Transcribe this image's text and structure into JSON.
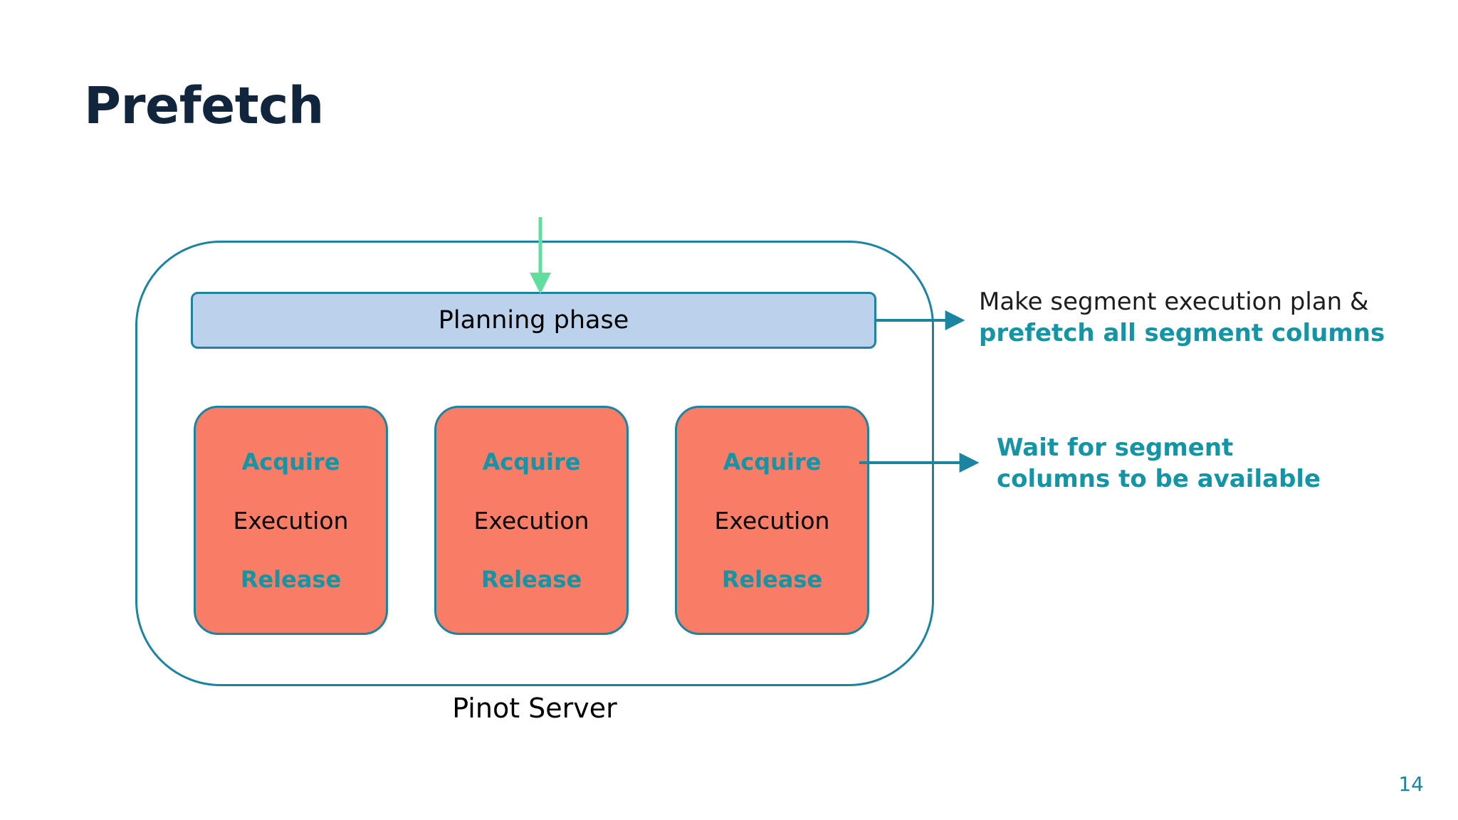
{
  "slide": {
    "title": "Prefetch",
    "page_number": "14"
  },
  "diagram": {
    "container_label": "Pinot Server",
    "planning_box": {
      "label": "Planning phase"
    },
    "segment_boxes": [
      {
        "acquire": "Acquire",
        "execution": "Execution",
        "release": "Release"
      },
      {
        "acquire": "Acquire",
        "execution": "Execution",
        "release": "Release"
      },
      {
        "acquire": "Acquire",
        "execution": "Execution",
        "release": "Release"
      }
    ],
    "annotations": [
      {
        "plain": "Make segment execution plan &",
        "accent": "prefetch all segment columns"
      },
      {
        "accent_line_1": "Wait for segment",
        "accent_line_2": "columns to be available"
      }
    ]
  },
  "colors": {
    "title": "#11263C",
    "accent_teal": "#1395A5",
    "outline_teal": "#1B84A0",
    "segment_orange": "#F87C66",
    "planning_blue": "#BCD2EC",
    "inbound_arrow_green": "#61DE9F",
    "page_number": "#1B84A0",
    "text_black": "#000000"
  }
}
